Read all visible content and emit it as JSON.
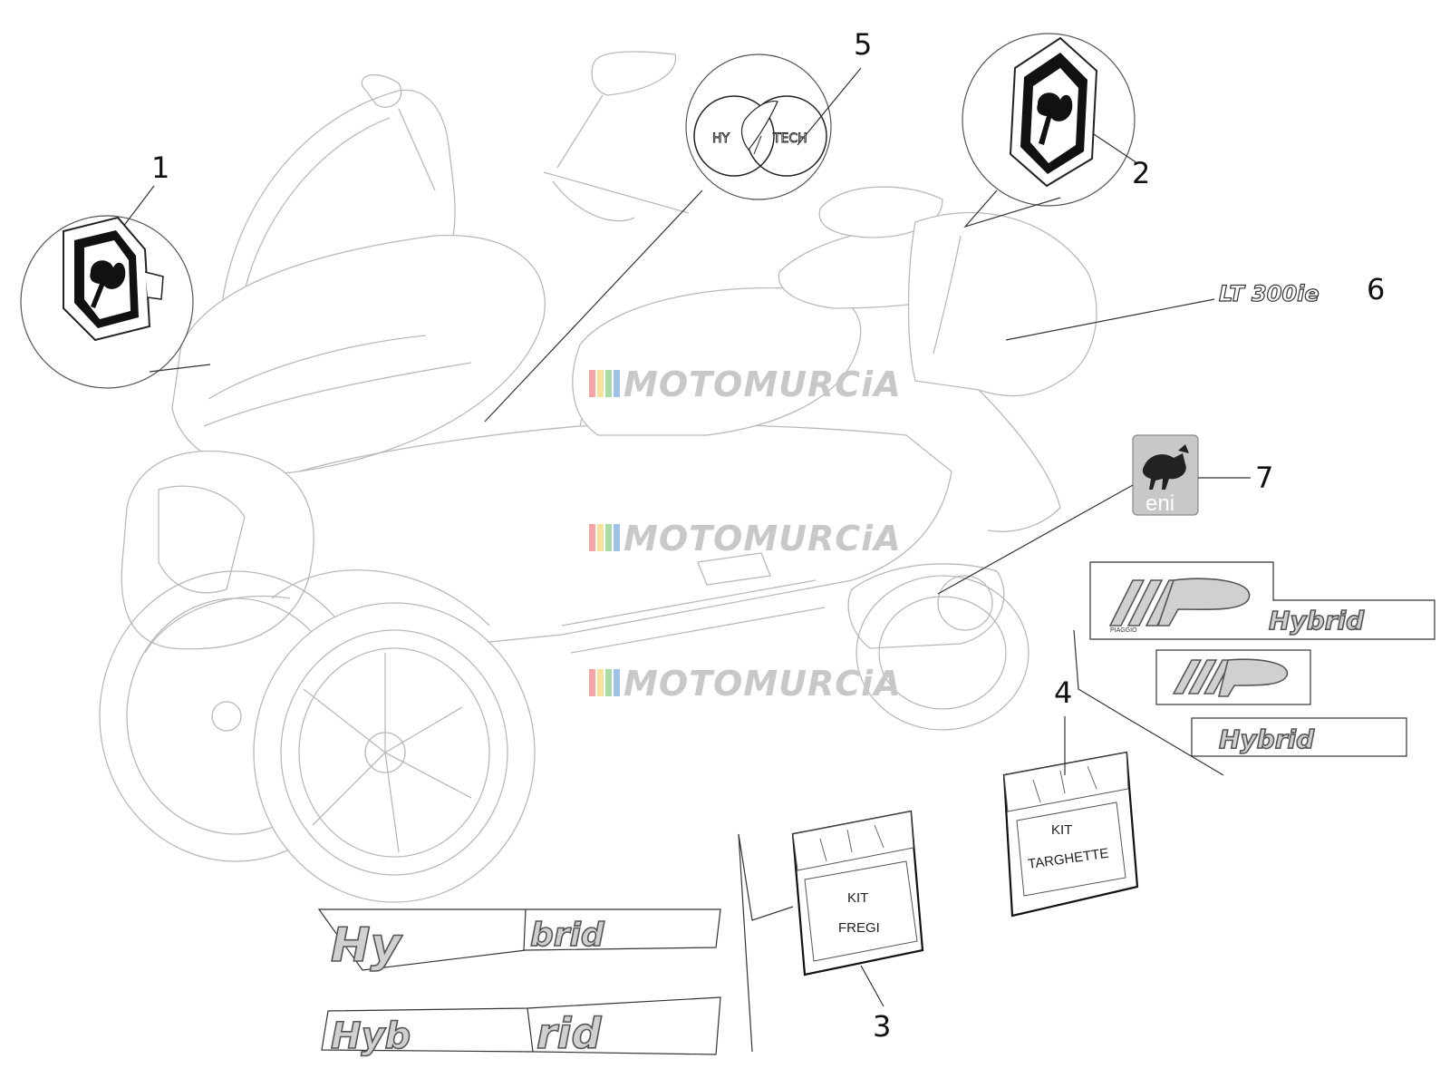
{
  "callouts": [
    "1",
    "2",
    "3",
    "4",
    "5",
    "6",
    "7"
  ],
  "kits": {
    "fregi": {
      "line1": "KIT",
      "line2": "FREGI"
    },
    "targhette": {
      "line1": "KIT",
      "line2": "TARGHETTE"
    }
  },
  "decals": {
    "hytech_left": "HY",
    "hytech_right": "TECH",
    "lt_badge": "LT 300ie",
    "eni": "eni",
    "mp3_hybrid_big": "Hybrid",
    "mp3_hybrid_small_label": "PIAGGIO",
    "hybrid_plate": "Hybrid",
    "hybrid_stripe_top_left": "Hy",
    "hybrid_stripe_top_right": "brid",
    "hybrid_stripe_bottom_left": "Hyb",
    "hybrid_stripe_bottom_right": "rid"
  },
  "watermark": "MOTOMURCiA",
  "colors": {
    "watermark_bars": [
      "#f4a6a6",
      "#f6e29a",
      "#a9dca9",
      "#9fc1ea"
    ],
    "line_art": "#b9b9b9",
    "decal_fill": "#d0d0d0",
    "eni_badge": "#c8c8c8"
  }
}
